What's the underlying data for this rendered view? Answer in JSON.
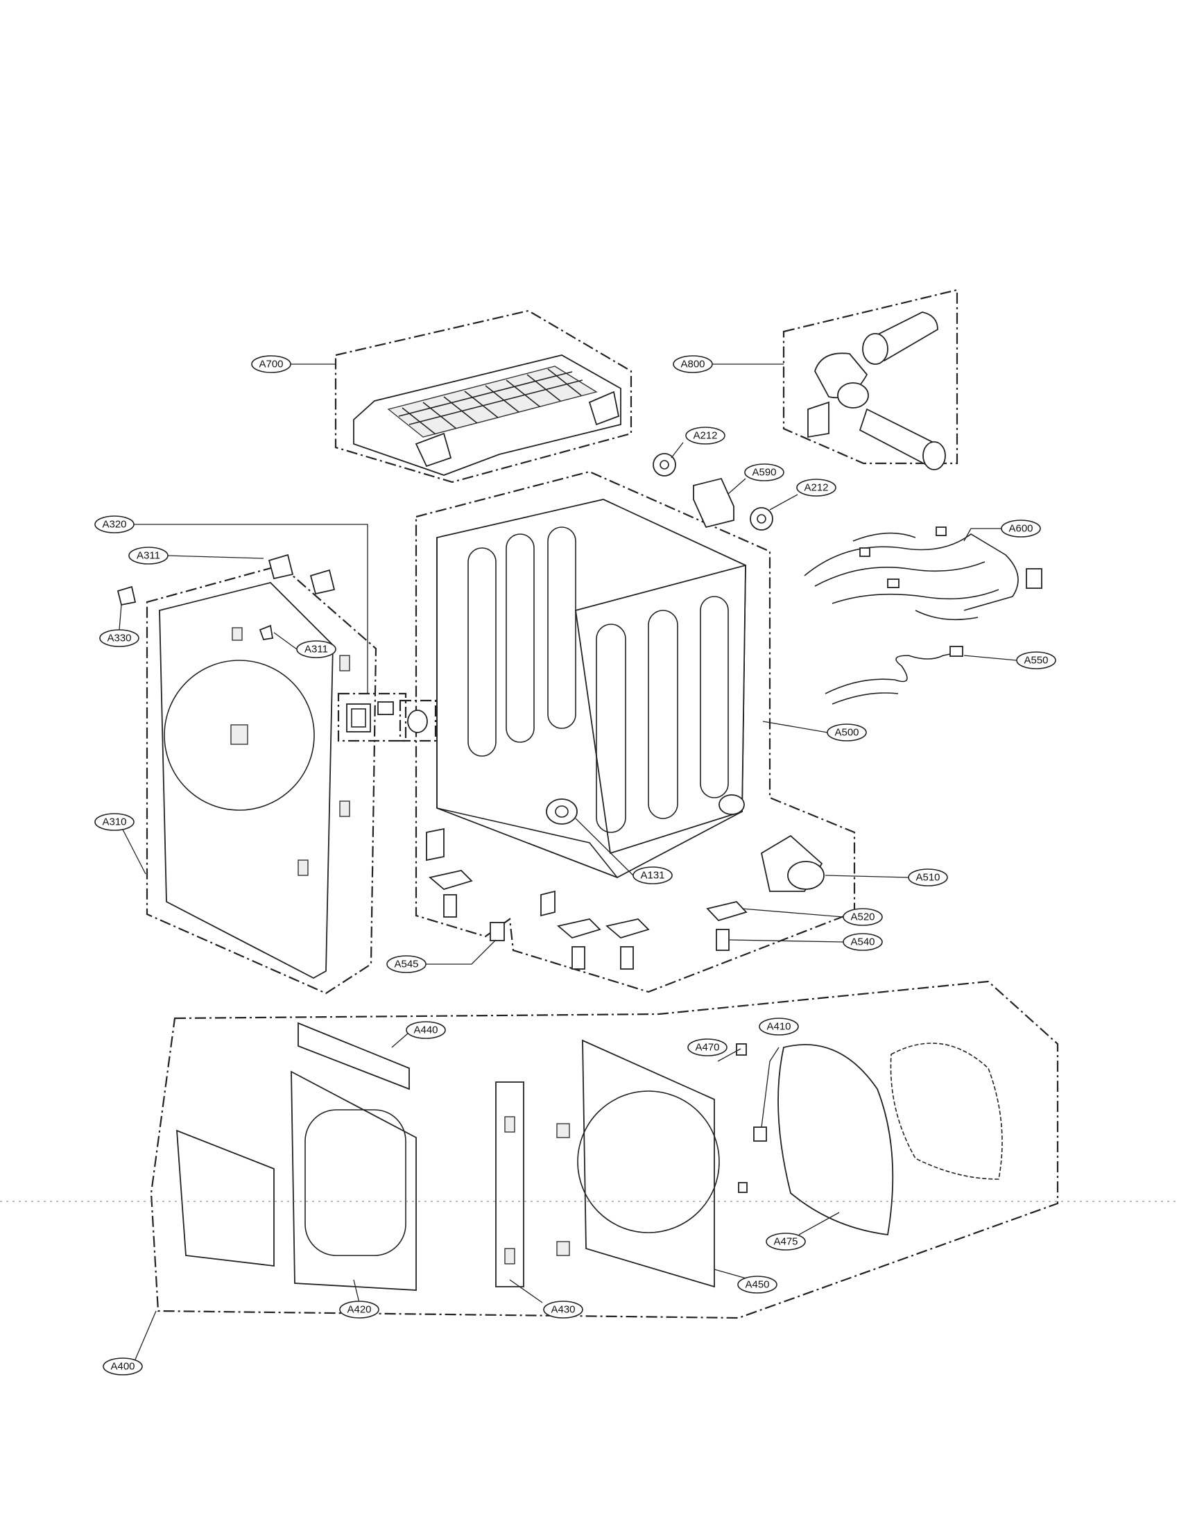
{
  "callouts": {
    "A700": "A700",
    "A800": "A800",
    "A212_1": "A212",
    "A590": "A590",
    "A212_2": "A212",
    "A600": "A600",
    "A320": "A320",
    "A311_1": "A311",
    "A311_2": "A311",
    "A330": "A330",
    "A550": "A550",
    "A500": "A500",
    "A310": "A310",
    "A131": "A131",
    "A510": "A510",
    "A520": "A520",
    "A540": "A540",
    "A545": "A545",
    "A440": "A440",
    "A470": "A470",
    "A410": "A410",
    "A475": "A475",
    "A450": "A450",
    "A420": "A420",
    "A430": "A430",
    "A400": "A400"
  }
}
